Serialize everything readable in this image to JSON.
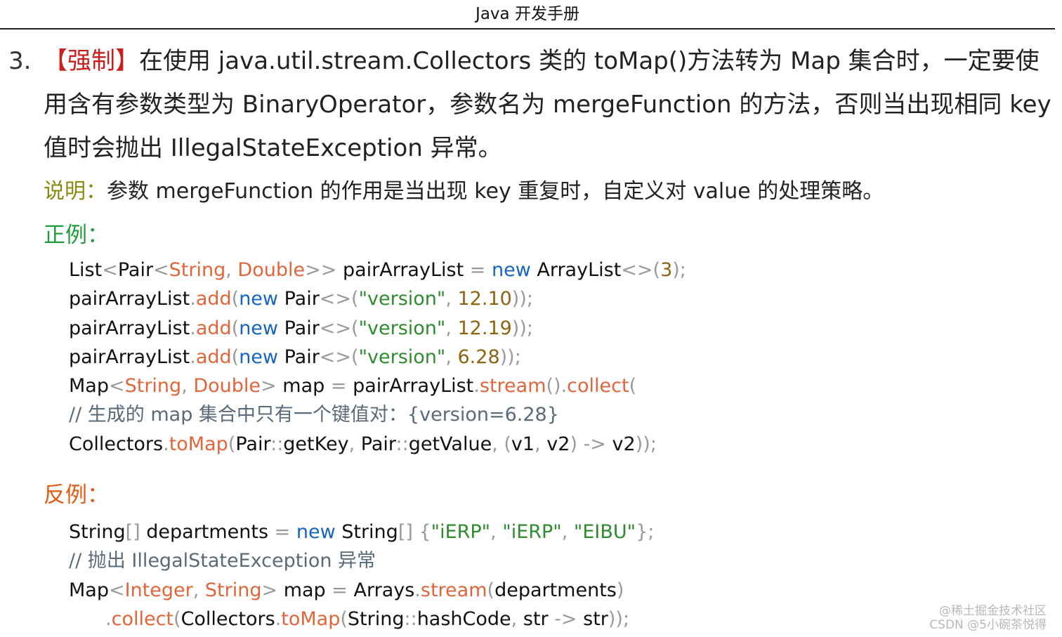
{
  "header": {
    "title": "Java 开发手册"
  },
  "rule": {
    "number": "3.",
    "tag": "【强制】",
    "line1": "在使用 java.util.stream.Collectors 类的 toMap()方法转为 Map 集合时，一定要使",
    "line2": "用含有参数类型为 BinaryOperator，参数名为 mergeFunction 的方法，否则当出现相同 key",
    "line3": "值时会抛出 IllegalStateException 异常。"
  },
  "note": {
    "label": "说明：",
    "text": "参数 mergeFunction 的作用是当出现 key 重复时，自定义对 value 的处理策略。"
  },
  "good": {
    "heading": "正例：",
    "lines": [
      [
        [
          "List",
          "x"
        ],
        [
          "<",
          "p"
        ],
        [
          "Pair",
          "x"
        ],
        [
          "<",
          "p"
        ],
        [
          "String",
          "t"
        ],
        [
          ", ",
          "p"
        ],
        [
          "Double",
          "t"
        ],
        [
          ">> ",
          "p"
        ],
        [
          "pairArrayList ",
          "x"
        ],
        [
          "= ",
          "o"
        ],
        [
          "new ",
          "k"
        ],
        [
          "ArrayList",
          "x"
        ],
        [
          "<>",
          "p"
        ],
        [
          "(",
          "p"
        ],
        [
          "3",
          "n"
        ],
        [
          ");",
          "p"
        ]
      ],
      [
        [
          "pairArrayList",
          "x"
        ],
        [
          ".",
          "p"
        ],
        [
          "add",
          "m"
        ],
        [
          "(",
          "p"
        ],
        [
          "new ",
          "k"
        ],
        [
          "Pair",
          "x"
        ],
        [
          "<>",
          "p"
        ],
        [
          "(",
          "p"
        ],
        [
          "\"version\"",
          "s"
        ],
        [
          ", ",
          "p"
        ],
        [
          "12.10",
          "n"
        ],
        [
          "));",
          "p"
        ]
      ],
      [
        [
          "pairArrayList",
          "x"
        ],
        [
          ".",
          "p"
        ],
        [
          "add",
          "m"
        ],
        [
          "(",
          "p"
        ],
        [
          "new ",
          "k"
        ],
        [
          "Pair",
          "x"
        ],
        [
          "<>",
          "p"
        ],
        [
          "(",
          "p"
        ],
        [
          "\"version\"",
          "s"
        ],
        [
          ", ",
          "p"
        ],
        [
          "12.19",
          "n"
        ],
        [
          "));",
          "p"
        ]
      ],
      [
        [
          "pairArrayList",
          "x"
        ],
        [
          ".",
          "p"
        ],
        [
          "add",
          "m"
        ],
        [
          "(",
          "p"
        ],
        [
          "new ",
          "k"
        ],
        [
          "Pair",
          "x"
        ],
        [
          "<>",
          "p"
        ],
        [
          "(",
          "p"
        ],
        [
          "\"version\"",
          "s"
        ],
        [
          ", ",
          "p"
        ],
        [
          "6.28",
          "n"
        ],
        [
          "));",
          "p"
        ]
      ],
      [
        [
          "Map",
          "x"
        ],
        [
          "<",
          "p"
        ],
        [
          "String",
          "t"
        ],
        [
          ", ",
          "p"
        ],
        [
          "Double",
          "t"
        ],
        [
          "> ",
          "p"
        ],
        [
          "map ",
          "x"
        ],
        [
          "= ",
          "o"
        ],
        [
          "pairArrayList",
          "x"
        ],
        [
          ".",
          "p"
        ],
        [
          "stream",
          "m"
        ],
        [
          "().",
          "p"
        ],
        [
          "collect",
          "m"
        ],
        [
          "(",
          "p"
        ]
      ],
      [
        [
          "// 生成的 map 集合中只有一个键值对：{version=6.28}",
          "c"
        ]
      ],
      [
        [
          "Collectors",
          "x"
        ],
        [
          ".",
          "p"
        ],
        [
          "toMap",
          "m"
        ],
        [
          "(",
          "p"
        ],
        [
          "Pair",
          "x"
        ],
        [
          "::",
          "p"
        ],
        [
          "getKey",
          "x"
        ],
        [
          ", ",
          "p"
        ],
        [
          "Pair",
          "x"
        ],
        [
          "::",
          "p"
        ],
        [
          "getValue",
          "x"
        ],
        [
          ", ",
          "p"
        ],
        [
          "(",
          "p"
        ],
        [
          "v1",
          "x"
        ],
        [
          ", ",
          "p"
        ],
        [
          "v2",
          "x"
        ],
        [
          ") ",
          "p"
        ],
        [
          "-> ",
          "o"
        ],
        [
          "v2",
          "x"
        ],
        [
          "));",
          "p"
        ]
      ]
    ]
  },
  "bad": {
    "heading": "反例：",
    "lines": [
      [
        [
          "String",
          "x"
        ],
        [
          "[] ",
          "p"
        ],
        [
          "departments ",
          "x"
        ],
        [
          "= ",
          "o"
        ],
        [
          "new ",
          "k"
        ],
        [
          "String",
          "x"
        ],
        [
          "[] ",
          "p"
        ],
        [
          "{",
          "p"
        ],
        [
          "\"iERP\"",
          "s"
        ],
        [
          ", ",
          "p"
        ],
        [
          "\"iERP\"",
          "s"
        ],
        [
          ", ",
          "p"
        ],
        [
          "\"EIBU\"",
          "s"
        ],
        [
          "};",
          "p"
        ]
      ],
      [
        [
          "// 抛出 IllegalStateException 异常",
          "c"
        ]
      ],
      [
        [
          "Map",
          "x"
        ],
        [
          "<",
          "p"
        ],
        [
          "Integer",
          "t"
        ],
        [
          ", ",
          "p"
        ],
        [
          "String",
          "t"
        ],
        [
          "> ",
          "p"
        ],
        [
          "map ",
          "x"
        ],
        [
          "= ",
          "o"
        ],
        [
          "Arrays",
          "x"
        ],
        [
          ".",
          "p"
        ],
        [
          "stream",
          "m"
        ],
        [
          "(",
          "p"
        ],
        [
          "departments",
          "x"
        ],
        [
          ")",
          "p"
        ]
      ],
      [
        [
          ".",
          "p"
        ],
        [
          "collect",
          "m"
        ],
        [
          "(",
          "p"
        ],
        [
          "Collectors",
          "x"
        ],
        [
          ".",
          "p"
        ],
        [
          "toMap",
          "m"
        ],
        [
          "(",
          "p"
        ],
        [
          "String",
          "x"
        ],
        [
          "::",
          "p"
        ],
        [
          "hashCode",
          "x"
        ],
        [
          ", ",
          "p"
        ],
        [
          "str ",
          "x"
        ],
        [
          "-> ",
          "o"
        ],
        [
          "str",
          "x"
        ],
        [
          "));",
          "p"
        ]
      ]
    ],
    "indented_lines": [
      3
    ]
  },
  "watermark": {
    "line1": "@稀土掘金技术社区",
    "line2": "CSDN @5小碗茶悦得"
  }
}
